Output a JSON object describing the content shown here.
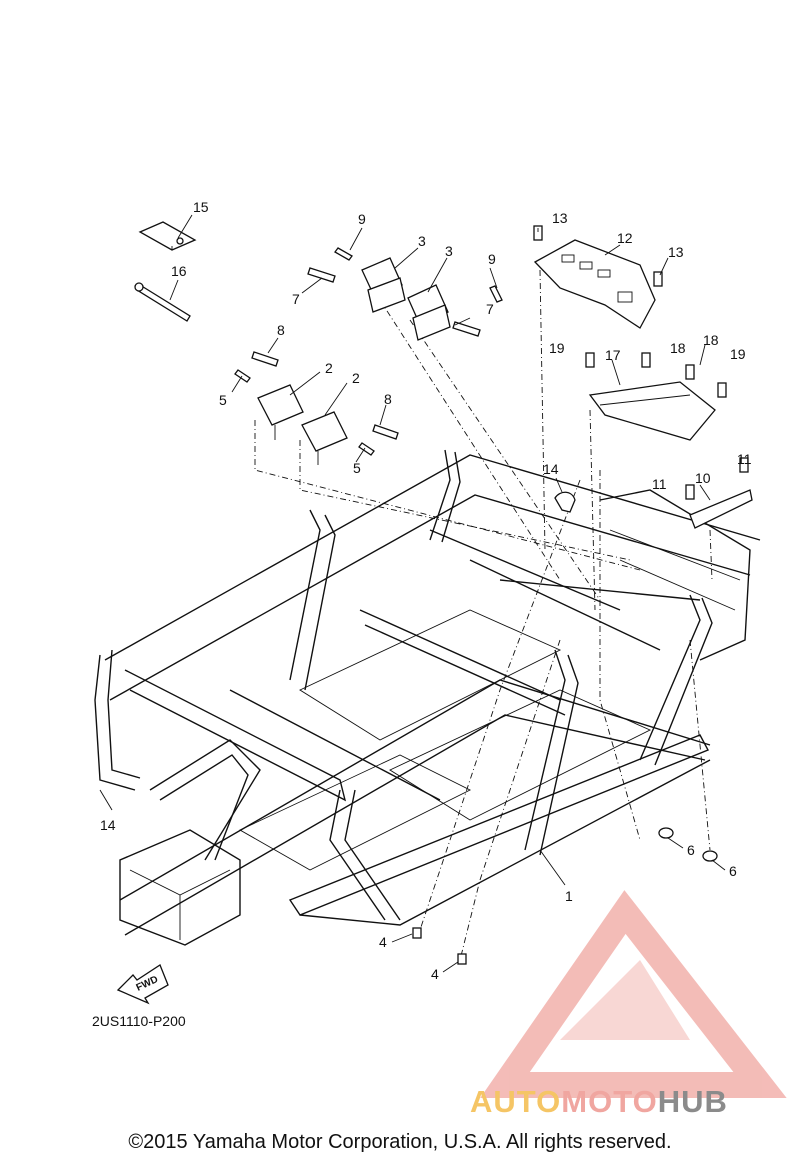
{
  "diagram": {
    "reference_code": "2US1110-P200",
    "direction_label": "FWD",
    "callouts": [
      {
        "id": "c15",
        "text": "15"
      },
      {
        "id": "c16",
        "text": "16"
      },
      {
        "id": "c9a",
        "text": "9"
      },
      {
        "id": "c3a",
        "text": "3"
      },
      {
        "id": "c3b",
        "text": "3"
      },
      {
        "id": "c9b",
        "text": "9"
      },
      {
        "id": "c7a",
        "text": "7"
      },
      {
        "id": "c7b",
        "text": "7"
      },
      {
        "id": "c13a",
        "text": "13"
      },
      {
        "id": "c12",
        "text": "12"
      },
      {
        "id": "c13b",
        "text": "13"
      },
      {
        "id": "c8a",
        "text": "8"
      },
      {
        "id": "c2a",
        "text": "2"
      },
      {
        "id": "c2b",
        "text": "2"
      },
      {
        "id": "c5a",
        "text": "5"
      },
      {
        "id": "c8b",
        "text": "8"
      },
      {
        "id": "c5b",
        "text": "5"
      },
      {
        "id": "c19a",
        "text": "19"
      },
      {
        "id": "c17",
        "text": "17"
      },
      {
        "id": "c18a",
        "text": "18"
      },
      {
        "id": "c18b",
        "text": "18"
      },
      {
        "id": "c19b",
        "text": "19"
      },
      {
        "id": "c14a",
        "text": "14"
      },
      {
        "id": "c11a",
        "text": "11"
      },
      {
        "id": "c11b",
        "text": "11"
      },
      {
        "id": "c10",
        "text": "10"
      },
      {
        "id": "c14b",
        "text": "14"
      },
      {
        "id": "c6a",
        "text": "6"
      },
      {
        "id": "c6b",
        "text": "6"
      },
      {
        "id": "c1",
        "text": "1"
      },
      {
        "id": "c4a",
        "text": "4"
      },
      {
        "id": "c4b",
        "text": "4"
      }
    ]
  },
  "watermark": {
    "part1": "AUTO",
    "part2": "MOTO",
    "part3": "HUB"
  },
  "colors": {
    "line": "#111111",
    "watermark_red": "#f0a6a0",
    "watermark_yellow": "#f5c565",
    "watermark_gray": "#8b8b8b"
  },
  "copyright": "©2015 Yamaha Motor Corporation, U.S.A. All rights reserved."
}
